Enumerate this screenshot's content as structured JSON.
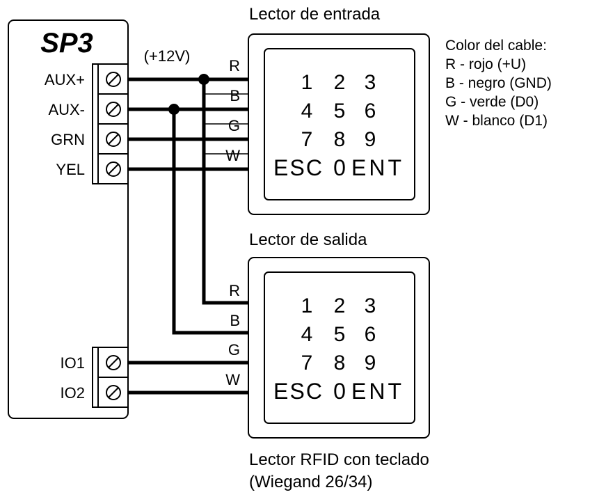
{
  "controller": {
    "title": "SP3",
    "terminals_top": [
      "AUX+",
      "AUX-",
      "GRN",
      "YEL"
    ],
    "terminals_bottom": [
      "IO1",
      "IO2"
    ]
  },
  "supply_label": "(+12V)",
  "wire_letters": [
    "R",
    "B",
    "G",
    "W"
  ],
  "readers": [
    {
      "title": "Lector de entrada",
      "keys": [
        [
          "1",
          "2",
          "3"
        ],
        [
          "4",
          "5",
          "6"
        ],
        [
          "7",
          "8",
          "9"
        ],
        [
          "ESC",
          "0",
          "ENT"
        ]
      ]
    },
    {
      "title": "Lector de salida",
      "keys": [
        [
          "1",
          "2",
          "3"
        ],
        [
          "4",
          "5",
          "6"
        ],
        [
          "7",
          "8",
          "9"
        ],
        [
          "ESC",
          "0",
          "ENT"
        ]
      ]
    }
  ],
  "legend": {
    "title": "Color del cable:",
    "items": [
      "R - rojo (+U)",
      "B - negro (GND)",
      "G - verde (D0)",
      "W - blanco (D1)"
    ]
  },
  "footer": {
    "line1": "Lector RFID con teclado",
    "line2": "(Wiegand 26/34)"
  }
}
